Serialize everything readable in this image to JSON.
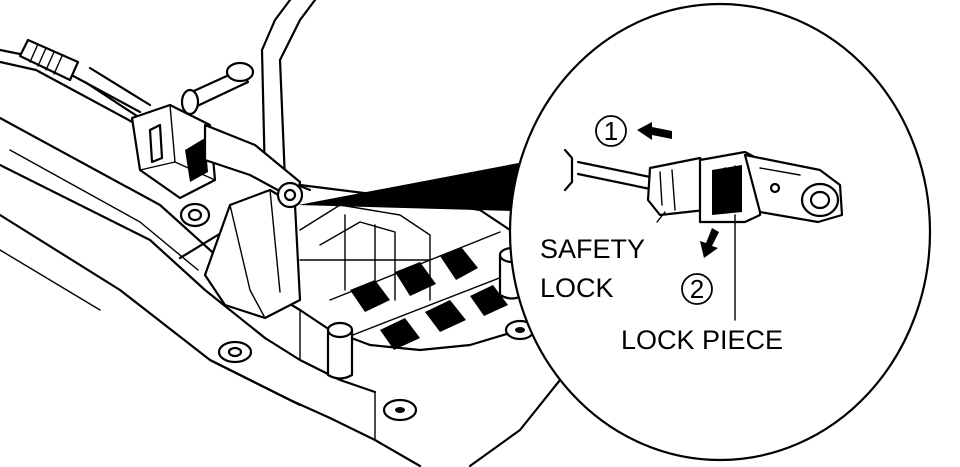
{
  "labels": {
    "step_1": "1",
    "step_2": "2",
    "safety_lock_line1": "SAFETY",
    "safety_lock_line2": "LOCK",
    "lock_piece": "LOCK PIECE"
  }
}
